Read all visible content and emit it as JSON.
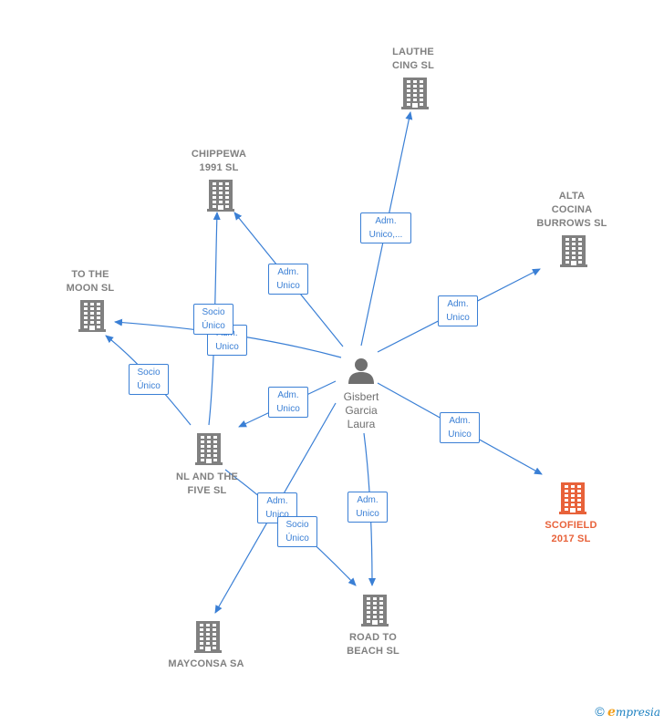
{
  "colors": {
    "edge": "#3a7fd5",
    "company": "#808080",
    "highlight": "#e8623a",
    "person": "#6f6f6f"
  },
  "person": {
    "name": "Gisbert\nGarcia\nLaura",
    "icon": "person-icon"
  },
  "companies": [
    {
      "id": "lauthe",
      "name": "LAUTHE\nCING SL",
      "icon": "building-icon",
      "highlight": false
    },
    {
      "id": "chippewa",
      "name": "CHIPPEWA\n1991  SL",
      "icon": "building-icon",
      "highlight": false
    },
    {
      "id": "alta",
      "name": "ALTA\nCOCINA\nBURROWS  SL",
      "icon": "building-icon",
      "highlight": false
    },
    {
      "id": "moon",
      "name": "TO THE\nMOON  SL",
      "icon": "building-icon",
      "highlight": false
    },
    {
      "id": "nl",
      "name": "NL AND THE\nFIVE  SL",
      "icon": "building-icon",
      "highlight": false
    },
    {
      "id": "scofield",
      "name": "SCOFIELD\n2017  SL",
      "icon": "building-icon",
      "highlight": true
    },
    {
      "id": "road",
      "name": "ROAD TO\nBEACH  SL",
      "icon": "building-icon",
      "highlight": false
    },
    {
      "id": "mayconsa",
      "name": "MAYCONSA SA",
      "icon": "building-icon",
      "highlight": false
    }
  ],
  "edges": [
    {
      "from": "person",
      "to": "lauthe",
      "label": "Adm.\nUnico,..."
    },
    {
      "from": "person",
      "to": "chippewa",
      "label": "Adm.\nUnico"
    },
    {
      "from": "person",
      "to": "alta",
      "label": "Adm.\nUnico"
    },
    {
      "from": "person",
      "to": "moon",
      "label": "Adm.\nUnico"
    },
    {
      "from": "person",
      "to": "nl",
      "label": "Adm.\nUnico"
    },
    {
      "from": "person",
      "to": "scofield",
      "label": "Adm.\nUnico"
    },
    {
      "from": "person",
      "to": "road",
      "label": "Adm.\nUnico"
    },
    {
      "from": "person",
      "to": "mayconsa",
      "label": "Adm.\nUnico"
    },
    {
      "from": "nl",
      "to": "chippewa",
      "label": "Socio\nÚnico"
    },
    {
      "from": "nl",
      "to": "moon",
      "label": "Socio\nÚnico"
    },
    {
      "from": "nl",
      "to": "road",
      "label": "Socio\nÚnico"
    }
  ],
  "footer": {
    "copyright": "©",
    "brand_initial": "e",
    "brand_rest": "mpresia"
  }
}
